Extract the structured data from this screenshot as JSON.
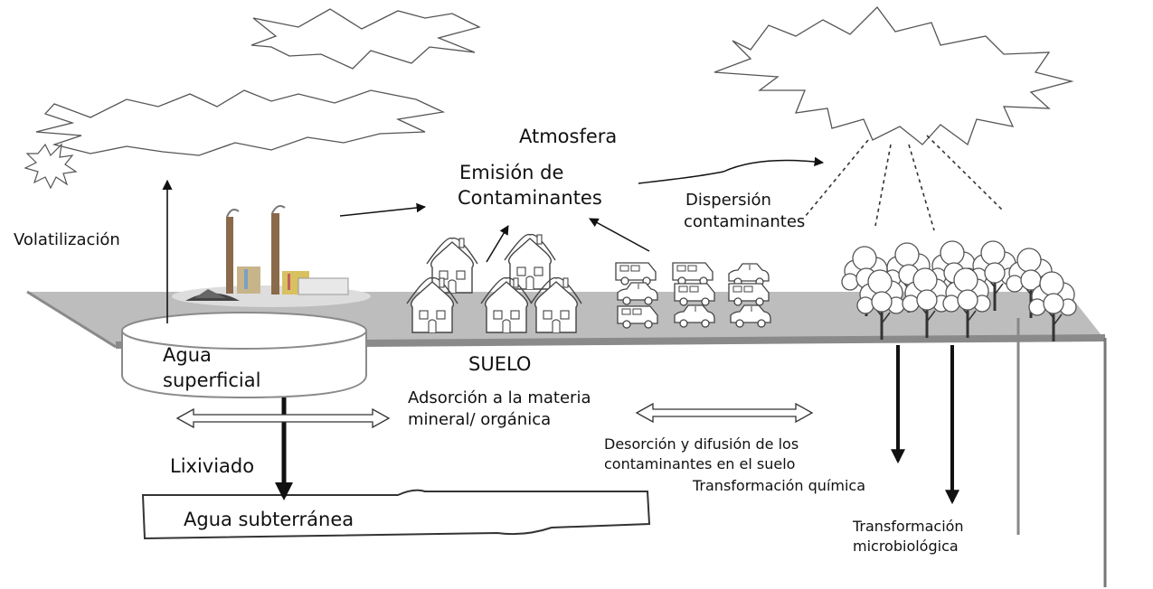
{
  "labels": {
    "atmosfera": "Atmosfera",
    "emision_line1": "Emisión de",
    "emision_line2": "Contaminantes",
    "dispersion_line1": "Dispersión",
    "dispersion_line2": "contaminantes",
    "volatilizacion": "Volatilización",
    "agua_sup_line1": "Agua",
    "agua_sup_line2": "superficial",
    "suelo": "SUELO",
    "adsorcion_line1": "Adsorción a la materia",
    "adsorcion_line2": "mineral/ orgánica",
    "desorcion_line1": "Desorción y difusión de los",
    "desorcion_line2": "contaminantes en el suelo",
    "lixiviado": "Lixiviado",
    "agua_subterranea": "Agua subterránea",
    "transformacion_quimica": "Transformación química",
    "transf_micro_line1": "Transformación",
    "transf_micro_line2": "microbiológica"
  },
  "icons": {
    "clouds": "cloud-burst-icon",
    "sun": "sun-burst-icon",
    "factory": "factory-icon",
    "houses": "house-icon",
    "vehicles": "vehicle-icon",
    "trees": "tree-icon"
  },
  "colors": {
    "ground_top": "#bdbdbd",
    "ground_edge": "#8a8a8a",
    "line": "#111111"
  }
}
